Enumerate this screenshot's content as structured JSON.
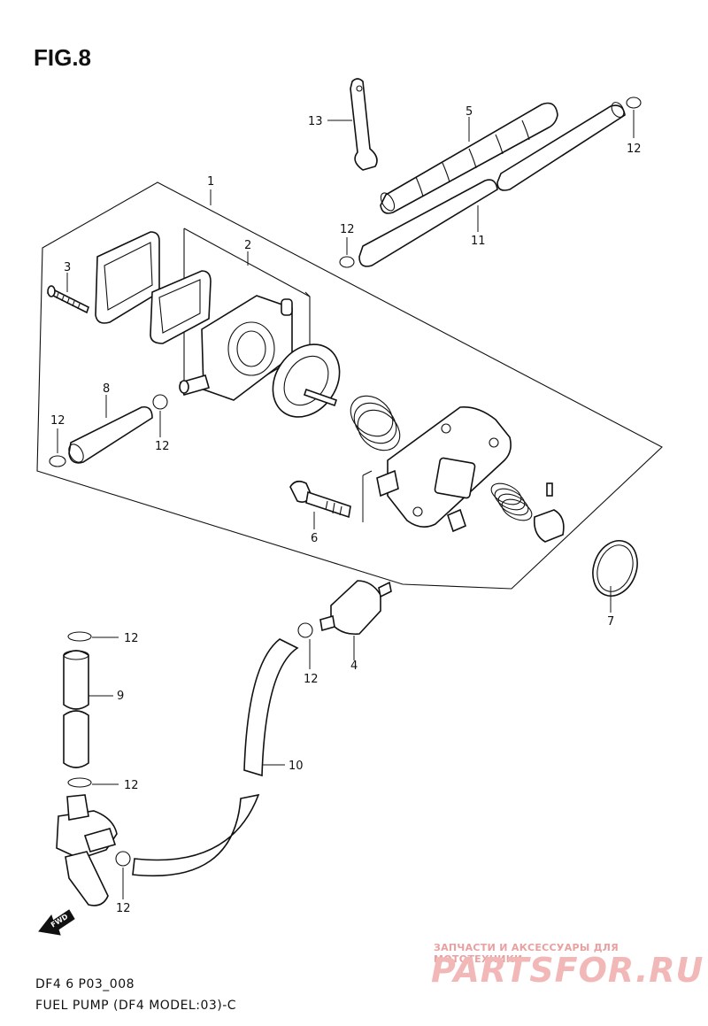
{
  "figure": {
    "title": "FIG.8",
    "code": "DF4 6 P03_008",
    "caption": "FUEL PUMP (DF4 MODEL:03)-C"
  },
  "callouts": {
    "c1": "1",
    "c2": "2",
    "c3": "3",
    "c4": "4",
    "c5": "5",
    "c6": "6",
    "c7": "7",
    "c8": "8",
    "c9": "9",
    "c10": "10",
    "c11": "11",
    "c12a": "12",
    "c12b": "12",
    "c12c": "12",
    "c12d": "12",
    "c12e": "12",
    "c12f": "12",
    "c12g": "12",
    "c12h": "12",
    "c13": "13"
  },
  "direction_marker": {
    "label": "FWD",
    "icon": "fwd-arrow-icon"
  },
  "watermark": {
    "tagline": "ЗАПЧАСТИ И АКСЕССУАРЫ ДЛЯ МОТОТЕХНИКИ",
    "logo": "PARTSFOR.RU",
    "color": "#f2b8b8"
  }
}
